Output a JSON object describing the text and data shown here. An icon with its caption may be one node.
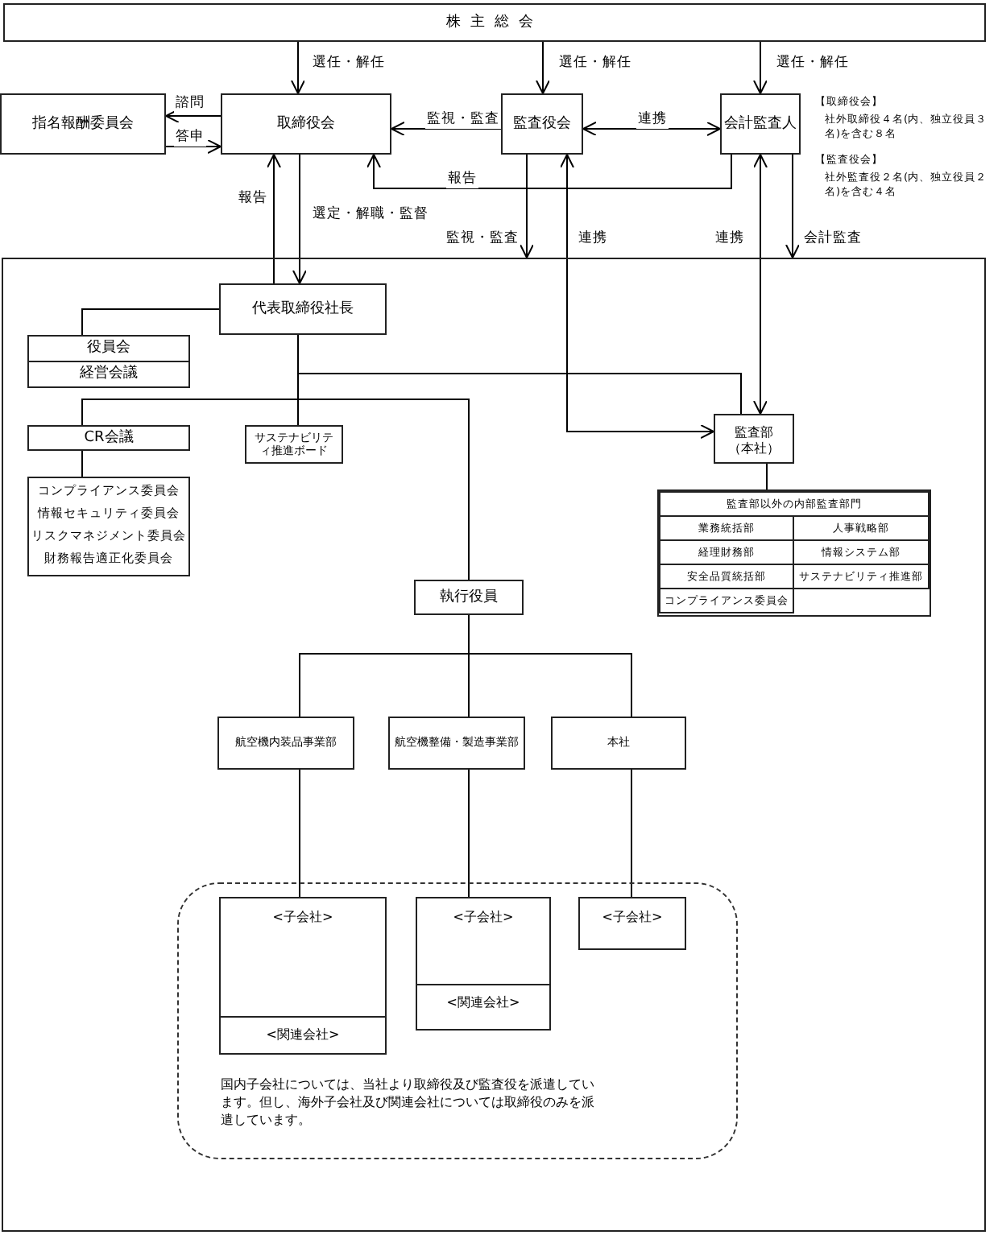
{
  "diagram": {
    "nodes": [
      {
        "text": [
          "株主総会"
        ]
      },
      {
        "text": [
          "指名報酬委員会"
        ]
      },
      {
        "text": [
          "取締役会"
        ]
      },
      {
        "text": [
          "監査役会"
        ]
      },
      {
        "text": [
          "会計監査人"
        ]
      },
      {
        "text": [],
        "shape": "box"
      },
      {
        "text": [
          "代表取締役社長"
        ],
        "in": 5
      },
      {
        "text": [
          "役員会"
        ],
        "in": 5
      },
      {
        "text": [
          "経営会議"
        ],
        "in": 5
      },
      {
        "text": [
          "CR会議"
        ],
        "in": 5
      },
      {
        "text": [
          "コンプライアンス委員会",
          "情報セキュリティ委員会",
          "リスクマネジメント委員会",
          "財務報告適正化委員会"
        ],
        "in": 5
      },
      {
        "text": [
          "サステナビリティ推進ボード"
        ],
        "in": 5
      },
      {
        "text": [
          "監査部",
          "（本社）"
        ],
        "in": 5
      },
      {
        "text": [
          "監査部以外の内部監査部門",
          "業務統括部",
          "人事戦略部",
          "経理財務部",
          "情報システム部",
          "安全品質統括部",
          "サステナビリティ推進部",
          "コンプライアンス委員会"
        ],
        "in": 5
      },
      {
        "text": [
          "執行役員"
        ],
        "in": 5
      },
      {
        "text": [
          "航空機内装品事業部"
        ],
        "in": 5
      },
      {
        "text": [
          "航空機整備・製造事業部"
        ],
        "in": 5
      },
      {
        "text": [
          "本社"
        ],
        "in": 5
      },
      {
        "text": [
          "国内子会社については、当社より取締役及び監査役を派遣しています。但し、海外子会社及び関連会社については取締役のみを派遣しています。"
        ],
        "in": 5
      },
      {
        "text": [
          "<子会社>",
          "<関連会社>"
        ],
        "in": 18
      },
      {
        "text": [
          "<子会社>",
          "<関連会社>"
        ],
        "in": 18
      },
      {
        "text": [
          "<子会社>"
        ],
        "in": 18
      }
    ],
    "edges": [
      {
        "from": 0,
        "to": 2,
        "arrow": "to",
        "label": "選任・解任"
      },
      {
        "from": 0,
        "to": 3,
        "arrow": "to",
        "label": "選任・解任"
      },
      {
        "from": 0,
        "to": 4,
        "arrow": "to",
        "label": "選任・解任"
      },
      {
        "from": 2,
        "to": 1,
        "arrow": "to",
        "label": "諮問"
      },
      {
        "from": 1,
        "to": 2,
        "arrow": "to",
        "label": "答申"
      },
      {
        "from": 3,
        "to": 2,
        "arrow": "to",
        "label": "監視・監査"
      },
      {
        "from": 3,
        "to": 4,
        "arrow": "both",
        "label": "連携"
      },
      {
        "from": 4,
        "to": 2,
        "arrow": "to",
        "label": "報告"
      },
      {
        "from": 6,
        "to": 2,
        "arrow": "to",
        "label": "報告"
      },
      {
        "from": 2,
        "to": 6,
        "arrow": "to",
        "label": "選定・解職・監督"
      },
      {
        "from": 3,
        "to": 5,
        "arrow": "to",
        "label": "監視・監査"
      },
      {
        "from": 3,
        "to": 12,
        "arrow": "both",
        "label": "連携"
      },
      {
        "from": 4,
        "to": 12,
        "arrow": "both",
        "label": "連携"
      },
      {
        "from": 4,
        "to": 5,
        "arrow": "to",
        "label": "会計監査"
      },
      {
        "from": 6,
        "to": 7,
        "arrow": "none"
      },
      {
        "from": 6,
        "to": 12,
        "arrow": "none"
      },
      {
        "from": 6,
        "to": 9,
        "arrow": "none"
      },
      {
        "from": 6,
        "to": 11,
        "arrow": "none"
      },
      {
        "from": 6,
        "to": 14,
        "arrow": "none"
      },
      {
        "from": 9,
        "to": 10,
        "arrow": "none"
      },
      {
        "from": 12,
        "to": 13,
        "arrow": "none"
      },
      {
        "from": 14,
        "to": 15,
        "arrow": "none"
      },
      {
        "from": 14,
        "to": 16,
        "arrow": "none"
      },
      {
        "from": 14,
        "to": 17,
        "arrow": "none"
      },
      {
        "from": 15,
        "to": 19,
        "arrow": "none"
      },
      {
        "from": 16,
        "to": 20,
        "arrow": "none"
      },
      {
        "from": 17,
        "to": 21,
        "arrow": "none"
      }
    ],
    "labels": [
      "【取締役会】",
      "社外取締役４名(内、独立役員３名)を含む８名",
      "【監査役会】",
      "社外監査役２名(内、独立役員２名)を含む４名"
    ]
  }
}
